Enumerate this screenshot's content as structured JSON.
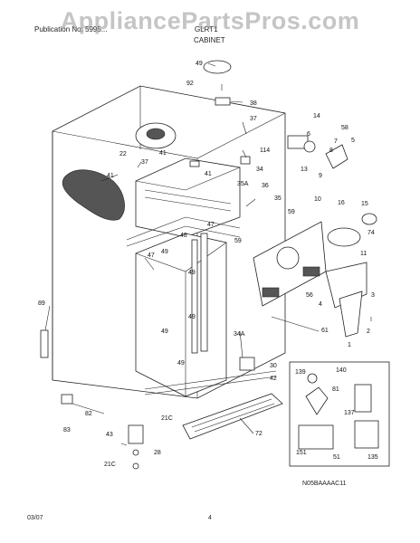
{
  "header": {
    "publication": "Publication No: 5995...",
    "model": "GLRT1",
    "section": "CABINET"
  },
  "watermark": "AppliancePartsPros.com",
  "diagram_code": "N05BAAAAC11",
  "footer": {
    "date": "03/07",
    "page": "4"
  },
  "callouts": {
    "c49a": "49",
    "c92": "92",
    "c38": "38",
    "c37a": "37",
    "c14": "14",
    "c58": "58",
    "c6": "6",
    "c7": "7",
    "c8": "8",
    "c5": "5",
    "c22": "22",
    "c37b": "37",
    "c41a": "41",
    "c114": "114",
    "c13": "13",
    "c9": "9",
    "c41b": "41",
    "c41c": "41",
    "c34": "34",
    "c35A": "35A",
    "c36": "36",
    "c35": "35",
    "c10": "10",
    "c16": "16",
    "c15": "15",
    "c59a": "59",
    "c59b": "59",
    "c47a": "47",
    "c48": "48",
    "c47b": "47",
    "c49b": "49",
    "c49c": "49",
    "c74": "74",
    "c11": "11",
    "c3": "3",
    "c56": "56",
    "c4": "4",
    "c89": "89",
    "c49d": "49",
    "c61": "61",
    "c2": "2",
    "c1": "1",
    "c34A": "34A",
    "c49e": "49",
    "c30": "30",
    "c42": "42",
    "c139": "139",
    "c140": "140",
    "c81": "81",
    "c137": "137",
    "c82": "82",
    "c21Ca": "21C",
    "c83": "83",
    "c72": "72",
    "c43": "43",
    "c28": "28",
    "c21Cb": "21C",
    "c151": "151",
    "c51": "51",
    "c135": "135"
  }
}
